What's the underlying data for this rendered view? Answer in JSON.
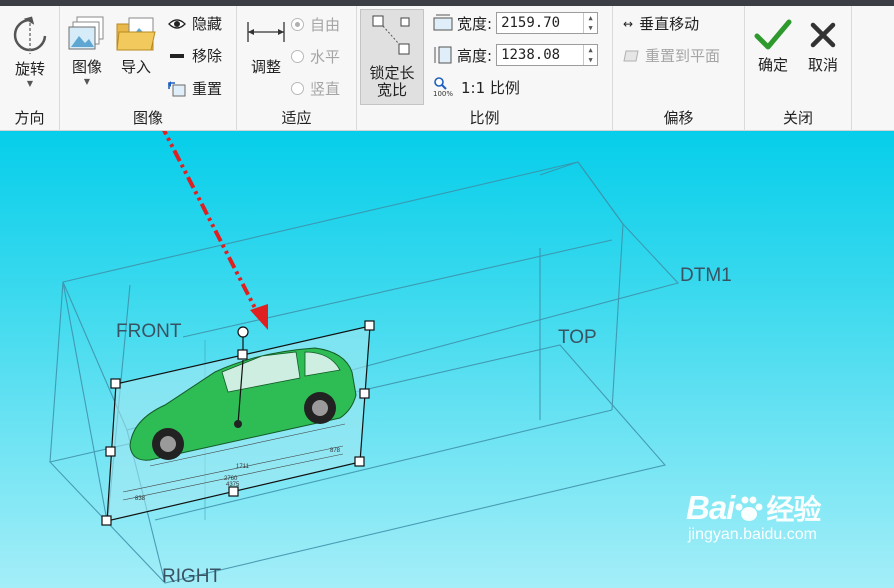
{
  "ribbon": {
    "direction": {
      "rotate_label": "旋转",
      "group_label": "方向"
    },
    "image": {
      "image_label": "图像",
      "import_label": "导入",
      "hide_label": "隐藏",
      "remove_label": "移除",
      "reset_label": "重置",
      "group_label": "图像"
    },
    "fit": {
      "adjust_label": "调整",
      "free_label": "自由",
      "horizontal_label": "水平",
      "vertical_label": "竖直",
      "group_label": "适应"
    },
    "scale": {
      "lock_line1": "锁定长",
      "lock_line2": "宽比",
      "width_label": "宽度:",
      "width_value": "2159.70",
      "height_label": "高度:",
      "height_value": "1238.08",
      "ratio_label": "1:1 比例",
      "zoom_badge": "100%",
      "group_label": "比例"
    },
    "offset": {
      "vertical_move_label": "垂直移动",
      "reset_to_plane_label": "重置到平面",
      "group_label": "偏移"
    },
    "close": {
      "ok_label": "确定",
      "cancel_label": "取消",
      "group_label": "关闭"
    }
  },
  "viewport": {
    "datums": {
      "dtm1": "DTM1",
      "front": "FRONT",
      "top": "TOP",
      "right": "RIGHT"
    },
    "drawing_dims": [
      "1711",
      "2760",
      "4375",
      "838",
      "878"
    ]
  },
  "watermark": {
    "brand": "Bai",
    "brand_tail": "经验",
    "url": "jingyan.baidu.com"
  },
  "colors": {
    "accent_check": "#2e9a2e",
    "arrow": "#e02020",
    "viewport_top": "#06ceea",
    "viewport_bottom": "#a4eef8"
  }
}
